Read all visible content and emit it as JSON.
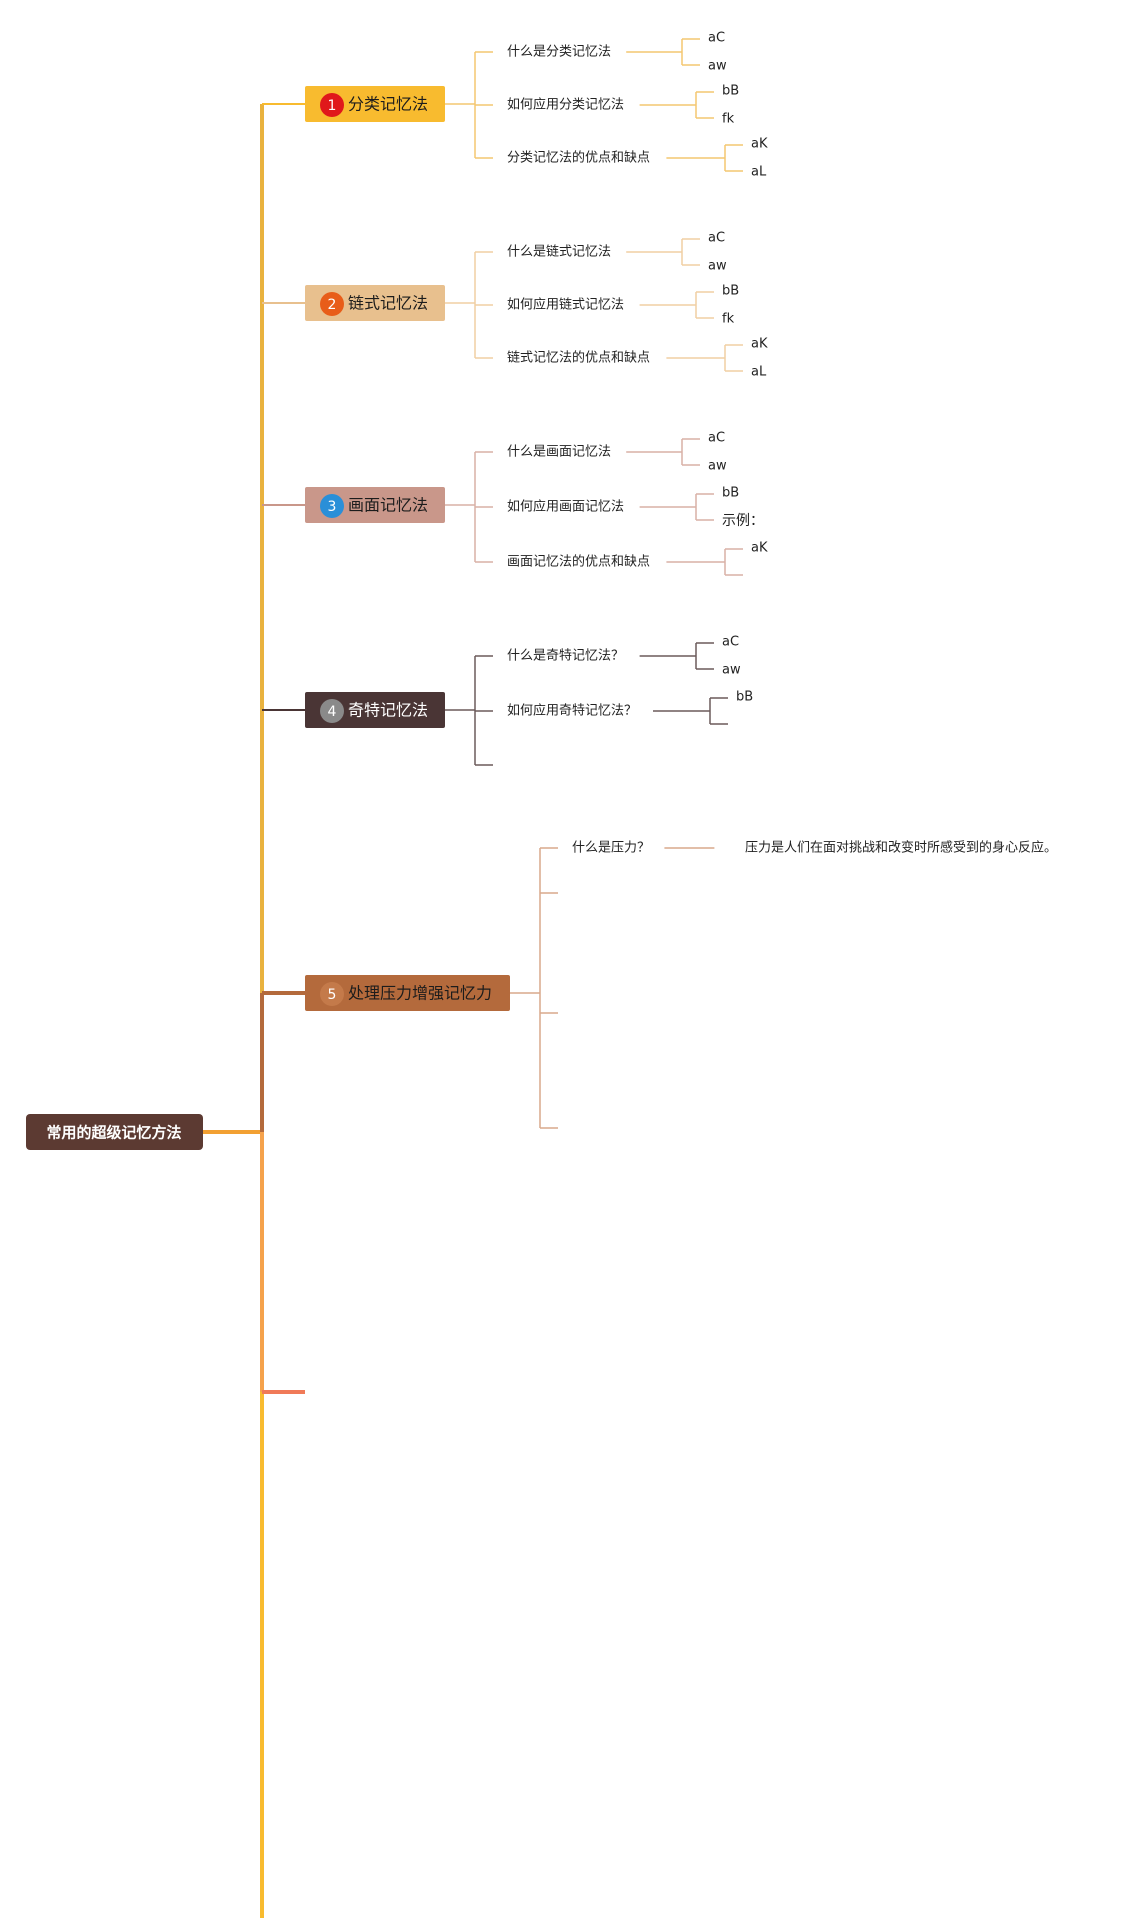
{
  "root": {
    "label": "常用的超级记忆方法",
    "color": "#5c3a32"
  },
  "main_colors": [
    "#f8bb2f",
    "#e8c08e",
    "#c9978a",
    "#4a3535",
    "#b46a3c"
  ],
  "branches": [
    {
      "num": "1",
      "label": "分类记忆法",
      "badge_color": "#e0181b",
      "children": [
        {
          "label": "什么是分类记忆法",
          "leaves": [
            "aC",
            "aw"
          ]
        },
        {
          "label": "如何应用分类记忆法",
          "leaves": [
            "bB",
            "fk"
          ]
        },
        {
          "label": "分类记忆法的优点和缺点",
          "leaves": [
            "aK",
            "aL"
          ]
        }
      ]
    },
    {
      "num": "2",
      "label": "链式记忆法",
      "badge_color": "#e85d19",
      "children": [
        {
          "label": "什么是链式记忆法",
          "leaves": [
            "aC",
            "aw"
          ]
        },
        {
          "label": "如何应用链式记忆法",
          "leaves": [
            "bB",
            "fk"
          ]
        },
        {
          "label": "链式记忆法的优点和缺点",
          "leaves": [
            "aK",
            "aL"
          ]
        }
      ]
    },
    {
      "num": "3",
      "label": "画面记忆法",
      "badge_color": "#2a8fd8",
      "children": [
        {
          "label": "什么是画面记忆法",
          "leaves": [
            "aC",
            "aw"
          ]
        },
        {
          "label": "如何应用画面记忆法",
          "leaves": [
            "bB",
            "示例："
          ]
        },
        {
          "label": "画面记忆法的优点和缺点",
          "leaves": [
            "aK",
            ""
          ]
        }
      ]
    },
    {
      "num": "4",
      "label": "奇特记忆法",
      "badge_color": "#8a8a8a",
      "children": [
        {
          "label": "什么是奇特记忆法？",
          "leaves": [
            "aC",
            "aw"
          ]
        },
        {
          "label": "如何应用奇特记忆法？",
          "leaves": [
            "bB",
            ""
          ]
        },
        {
          "label": "",
          "leaves": []
        }
      ]
    },
    {
      "num": "5",
      "label": "处理压力增强记忆力",
      "badge_color": "#c47a4a",
      "children": [
        {
          "label": "什么是压力？",
          "leaves": [
            "压力是人们在面对挑战和改变时所感受到的身心反应。"
          ]
        },
        {
          "label": "",
          "leaves": []
        },
        {
          "label": "",
          "leaves": []
        },
        {
          "label": "",
          "leaves": []
        }
      ]
    }
  ]
}
